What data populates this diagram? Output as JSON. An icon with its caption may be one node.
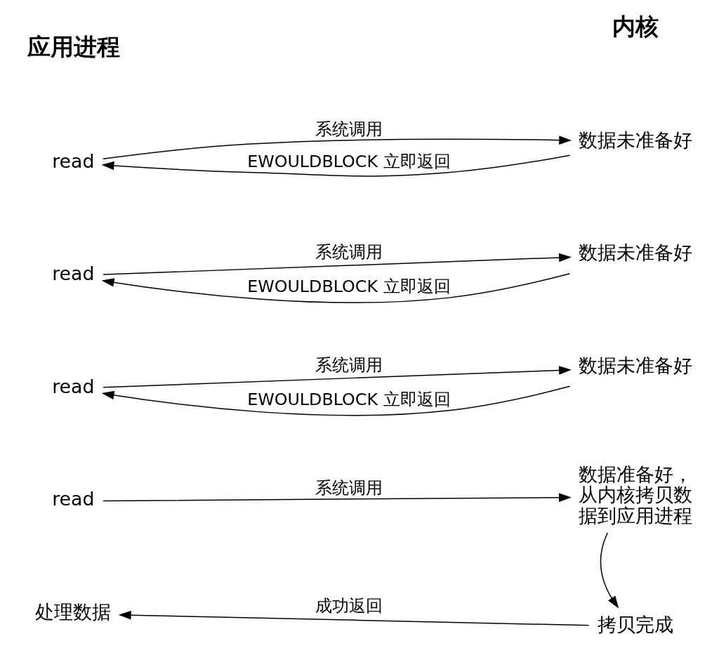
{
  "diagram": {
    "nodes": [
      {
        "text": [
          "read"
        ]
      },
      {
        "text": [
          "数据未准备好"
        ]
      },
      {
        "text": [
          "read"
        ]
      },
      {
        "text": [
          "数据未准备好"
        ]
      },
      {
        "text": [
          "read"
        ]
      },
      {
        "text": [
          "数据未准备好"
        ]
      },
      {
        "text": [
          "read"
        ]
      },
      {
        "text": [
          "数据准备好，从内核拷贝数据到应用进程"
        ]
      },
      {
        "text": [
          "处理数据"
        ]
      },
      {
        "text": [
          "拷贝完成"
        ]
      }
    ],
    "edges": [
      {
        "from": 0,
        "to": 1,
        "arrow": "to",
        "label": "系统调用"
      },
      {
        "from": 1,
        "to": 0,
        "arrow": "to",
        "label": "EWOULDBLOCK 立即返回"
      },
      {
        "from": 2,
        "to": 3,
        "arrow": "to",
        "label": "系统调用"
      },
      {
        "from": 3,
        "to": 2,
        "arrow": "to",
        "label": "EWOULDBLOCK 立即返回"
      },
      {
        "from": 4,
        "to": 5,
        "arrow": "to",
        "label": "系统调用"
      },
      {
        "from": 5,
        "to": 4,
        "arrow": "to",
        "label": "EWOULDBLOCK 立即返回"
      },
      {
        "from": 6,
        "to": 7,
        "arrow": "to",
        "label": "系统调用"
      },
      {
        "from": 7,
        "to": 9,
        "arrow": "to"
      },
      {
        "from": 9,
        "to": 8,
        "arrow": "to",
        "label": "成功返回"
      }
    ],
    "labels": [
      "应用进程",
      "内核"
    ]
  }
}
